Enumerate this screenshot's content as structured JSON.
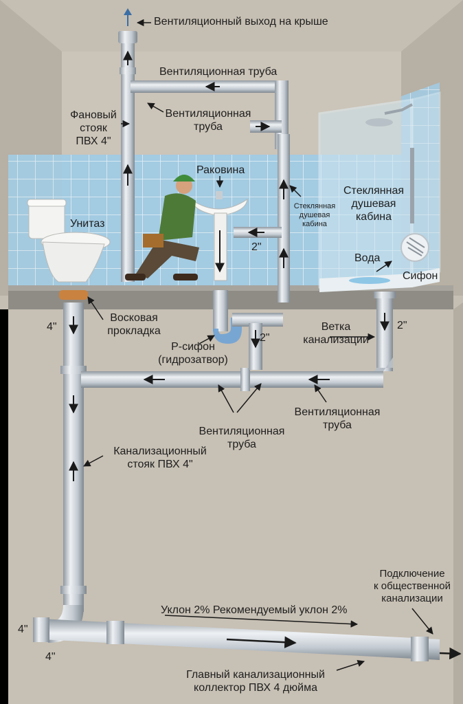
{
  "labels": {
    "roof_vent": "Вентиляционный выход на крыше",
    "vent_pipe_top": "Вентиляционная труба",
    "vent_pipe_mid_1": "Вентиляционная",
    "vent_pipe_mid_2": "труба",
    "fan_stack_1": "Фановый",
    "fan_stack_2": "стояк",
    "fan_stack_3": "ПВХ 4\"",
    "sink": "Раковина",
    "toilet": "Унитаз",
    "shower_small_1": "Стеклянная",
    "shower_small_2": "душевая",
    "shower_small_3": "кабина",
    "shower_big_1": "Стеклянная",
    "shower_big_2": "душевая",
    "shower_big_3": "кабина",
    "sink_branch_size": "2\"",
    "water": "Вода",
    "siphon": "Сифон",
    "wax_1": "Восковая",
    "wax_2": "прокладка",
    "size_4_left": "4\"",
    "ptrap_1": "Р-сифон",
    "ptrap_2": "(гидрозатвор)",
    "trap_size": "2\"",
    "branch_1": "Ветка",
    "branch_2": "канализации",
    "shower_size": "2\"",
    "vent_bottom_mid_1": "Вентиляционная",
    "vent_bottom_mid_2": "труба",
    "vent_bottom_right_1": "Вентиляционная",
    "vent_bottom_right_2": "труба",
    "sewer_stack_1": "Канализационный",
    "sewer_stack_2": "стояк ПВХ 4\"",
    "public_1": "Подключение",
    "public_2": "к общественной",
    "public_3": "канализации",
    "slope": "Уклон 2% Рекомендуемый уклон 2%",
    "main_size_a": "4\"",
    "main_size_b": "4\"",
    "main_1": "Главный канализационный",
    "main_2": "коллектор ПВХ 4 дюйма"
  },
  "colors": {
    "wall": "#c9c2b6",
    "tile": "#9fc8e0",
    "floor": "#8d8a84",
    "pipe": "#c4cbd2",
    "arrow": "#1a1a1a",
    "vent_arrow": "#3a6ea5"
  },
  "icons": [
    "toilet-icon",
    "sink-icon",
    "plumber-icon",
    "shower-head-icon",
    "drain-siphon-icon"
  ]
}
